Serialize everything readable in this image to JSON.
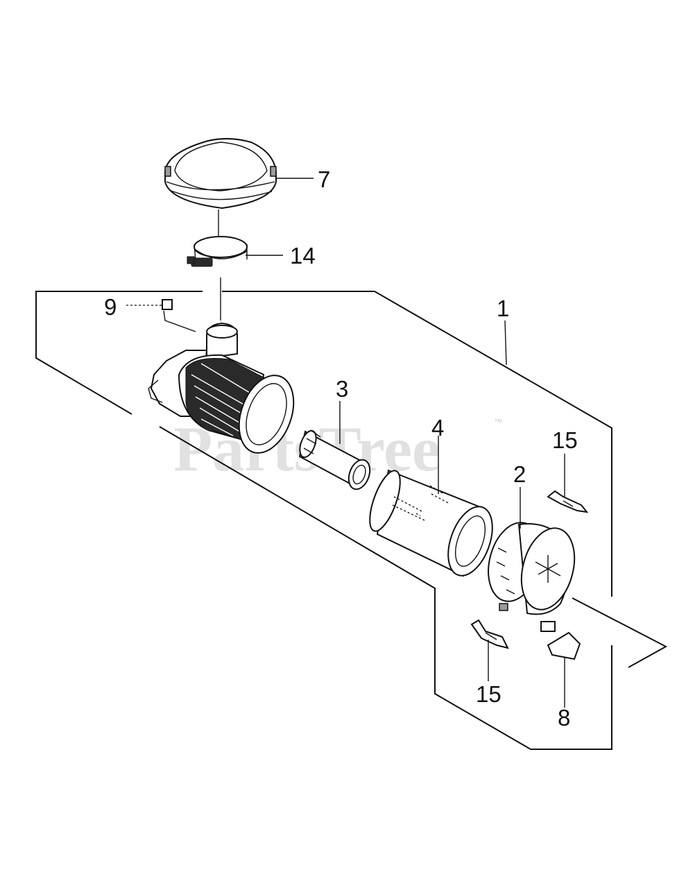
{
  "watermark": {
    "text": "PartsTree",
    "trademark": "™"
  },
  "callouts": {
    "c1": "1",
    "c2": "2",
    "c3": "3",
    "c4": "4",
    "c7": "7",
    "c8": "8",
    "c9": "9",
    "c14": "14",
    "c15_top": "15",
    "c15_bottom": "15"
  }
}
